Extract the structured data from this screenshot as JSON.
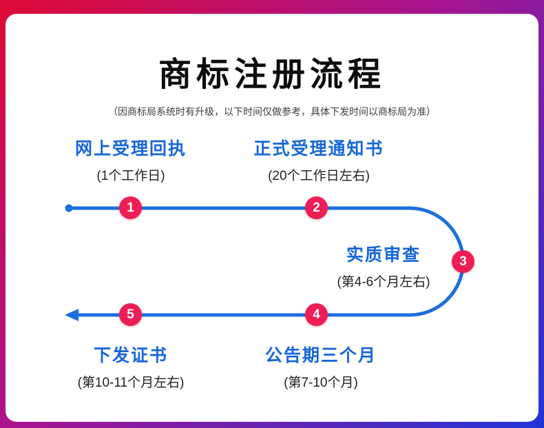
{
  "title": "商标注册流程",
  "subtitle": "（因商标局系统时有升级，以下时间仅做参考，具体下发时间以商标局为准）",
  "steps": [
    {
      "number": "1",
      "label": "网上受理回执",
      "duration": "(1个工作日)"
    },
    {
      "number": "2",
      "label": "正式受理通知书",
      "duration": "(20个工作日左右)"
    },
    {
      "number": "3",
      "label": "实质审查",
      "duration": "(第4-6个月左右)"
    },
    {
      "number": "4",
      "label": "公告期三个月",
      "duration": "(第7-10个月)"
    },
    {
      "number": "5",
      "label": "下发证书",
      "duration": "(第10-11个月左右)"
    }
  ],
  "colors": {
    "label_blue": "#1667d9",
    "line_blue": "#1a6fdc",
    "marker_pink": "#ee1d55",
    "bg_gradient_start": "#e00a35",
    "bg_gradient_mid": "#a8148f",
    "bg_gradient_end": "#1f35d8",
    "card_bg": "#ffffff"
  }
}
